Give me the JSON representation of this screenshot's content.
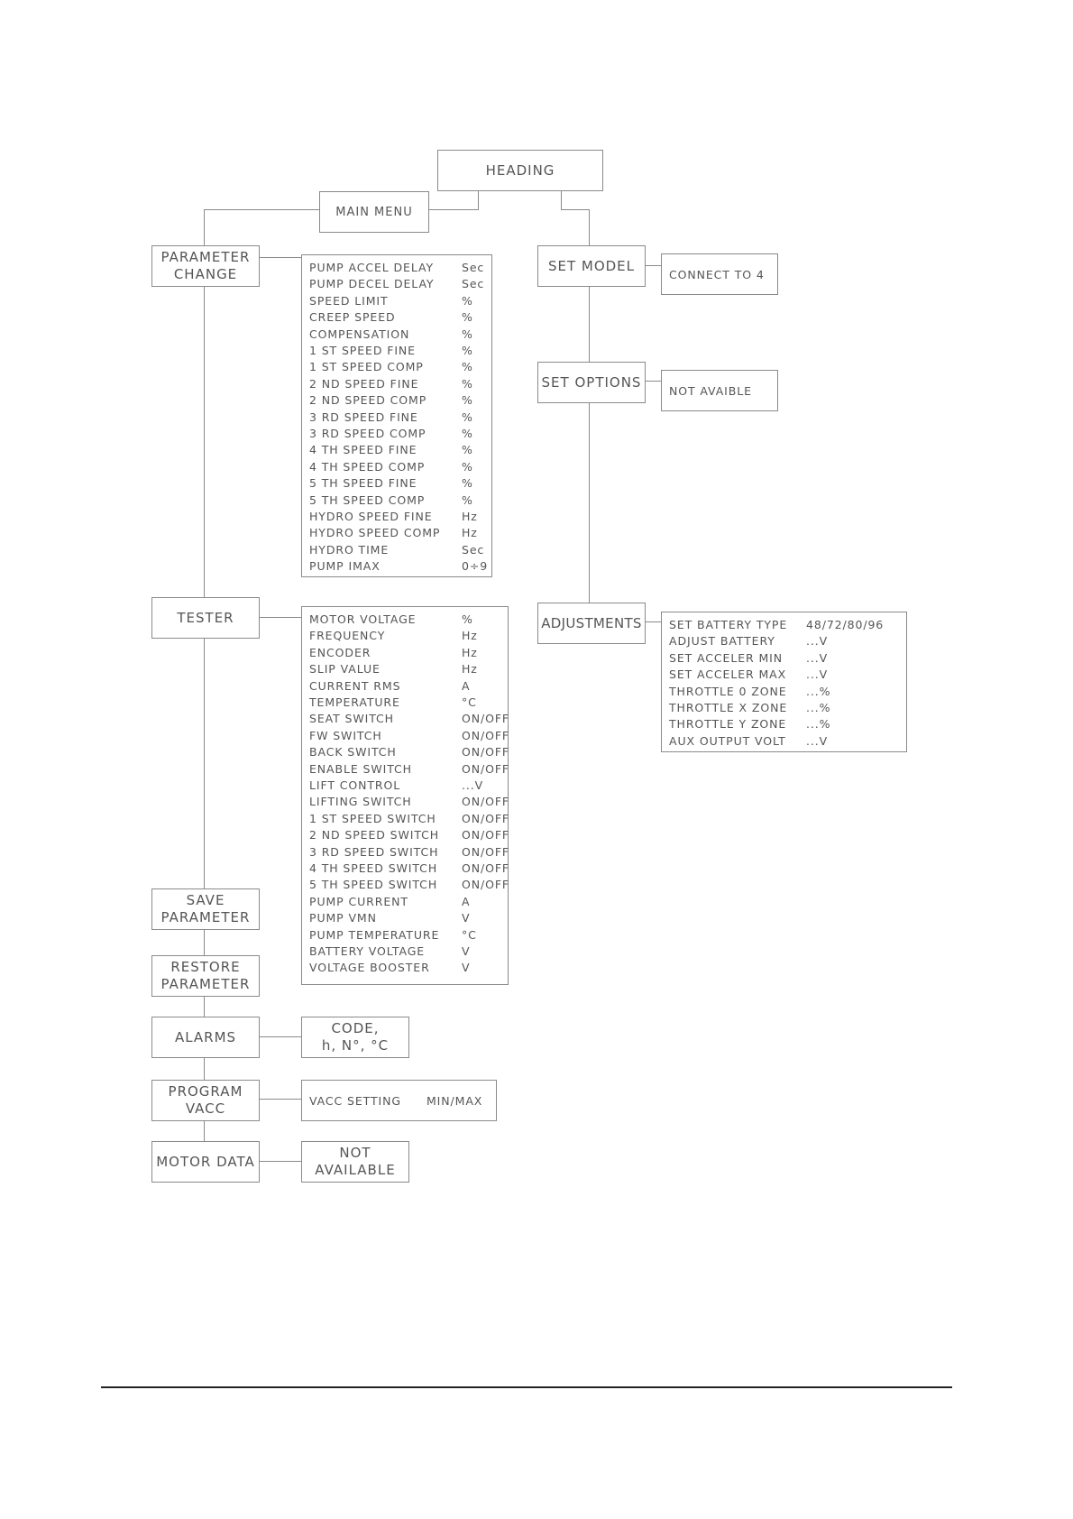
{
  "heading": "HEADING",
  "main_menu": "MAIN MENU",
  "left_menu": [
    {
      "id": "parameter-change",
      "lines": [
        "PARAMETER",
        "CHANGE"
      ]
    },
    {
      "id": "tester",
      "lines": [
        "TESTER"
      ]
    },
    {
      "id": "save-parameter",
      "lines": [
        "SAVE",
        "PARAMETER"
      ]
    },
    {
      "id": "restore-parameter",
      "lines": [
        "RESTORE",
        "PARAMETER"
      ]
    },
    {
      "id": "alarms",
      "lines": [
        "ALARMS"
      ]
    },
    {
      "id": "program-vacc",
      "lines": [
        "PROGRAM",
        "VACC"
      ]
    },
    {
      "id": "motor-data",
      "lines": [
        "MOTOR DATA"
      ]
    }
  ],
  "right_menu": [
    {
      "id": "set-model",
      "lines": [
        "SET MODEL"
      ]
    },
    {
      "id": "set-options",
      "lines": [
        "SET OPTIONS"
      ]
    },
    {
      "id": "adjustments",
      "lines": [
        "ADJUSTMENTS"
      ]
    }
  ],
  "parameter_change_list": [
    {
      "label": "PUMP ACCEL DELAY",
      "unit": "Sec"
    },
    {
      "label": "PUMP DECEL DELAY",
      "unit": "Sec"
    },
    {
      "label": "SPEED LIMIT",
      "unit": "%"
    },
    {
      "label": "CREEP SPEED",
      "unit": "%"
    },
    {
      "label": "COMPENSATION",
      "unit": "%"
    },
    {
      "label": "1 ST SPEED FINE",
      "unit": "%"
    },
    {
      "label": "1 ST SPEED COMP",
      "unit": "%"
    },
    {
      "label": "2 ND SPEED FINE",
      "unit": "%"
    },
    {
      "label": "2 ND SPEED COMP",
      "unit": "%"
    },
    {
      "label": "3 RD SPEED FINE",
      "unit": "%"
    },
    {
      "label": "3 RD SPEED COMP",
      "unit": "%"
    },
    {
      "label": "4 TH SPEED FINE",
      "unit": "%"
    },
    {
      "label": "4 TH SPEED COMP",
      "unit": "%"
    },
    {
      "label": "5 TH SPEED FINE",
      "unit": "%"
    },
    {
      "label": "5 TH SPEED COMP",
      "unit": "%"
    },
    {
      "label": "HYDRO SPEED FINE",
      "unit": "Hz"
    },
    {
      "label": "HYDRO SPEED COMP",
      "unit": "Hz"
    },
    {
      "label": "HYDRO TIME",
      "unit": "Sec"
    },
    {
      "label": "PUMP IMAX",
      "unit": "0÷9"
    }
  ],
  "tester_list": [
    {
      "label": "MOTOR VOLTAGE",
      "unit": "%"
    },
    {
      "label": "FREQUENCY",
      "unit": "Hz"
    },
    {
      "label": "ENCODER",
      "unit": "Hz"
    },
    {
      "label": "SLIP VALUE",
      "unit": "Hz"
    },
    {
      "label": "CURRENT RMS",
      "unit": "A"
    },
    {
      "label": "TEMPERATURE",
      "unit": "°C"
    },
    {
      "label": "SEAT SWITCH",
      "unit": "ON/OFF"
    },
    {
      "label": "FW SWITCH",
      "unit": "ON/OFF"
    },
    {
      "label": "BACK SWITCH",
      "unit": "ON/OFF"
    },
    {
      "label": "ENABLE SWITCH",
      "unit": "ON/OFF"
    },
    {
      "label": "LIFT CONTROL",
      "unit": "...V"
    },
    {
      "label": "LIFTING SWITCH",
      "unit": "ON/OFF"
    },
    {
      "label": "1 ST SPEED SWITCH",
      "unit": "ON/OFF"
    },
    {
      "label": "2 ND SPEED SWITCH",
      "unit": "ON/OFF"
    },
    {
      "label": "3 RD SPEED SWITCH",
      "unit": "ON/OFF"
    },
    {
      "label": "4 TH SPEED SWITCH",
      "unit": "ON/OFF"
    },
    {
      "label": "5 TH SPEED SWITCH",
      "unit": "ON/OFF"
    },
    {
      "label": "PUMP CURRENT",
      "unit": "A"
    },
    {
      "label": "PUMP VMN",
      "unit": "V"
    },
    {
      "label": "PUMP TEMPERATURE",
      "unit": "°C"
    },
    {
      "label": "BATTERY VOLTAGE",
      "unit": "V"
    },
    {
      "label": "VOLTAGE BOOSTER",
      "unit": "V"
    }
  ],
  "adjustments_list": [
    {
      "label": "SET BATTERY TYPE",
      "unit": "48/72/80/96"
    },
    {
      "label": "ADJUST BATTERY",
      "unit": "...V"
    },
    {
      "label": "SET ACCELER MIN",
      "unit": "...V"
    },
    {
      "label": "SET ACCELER MAX",
      "unit": "...V"
    },
    {
      "label": "THROTTLE 0 ZONE",
      "unit": "...%"
    },
    {
      "label": "THROTTLE X ZONE",
      "unit": "...%"
    },
    {
      "label": "THROTTLE Y ZONE",
      "unit": "...%"
    },
    {
      "label": "AUX OUTPUT VOLT",
      "unit": "...V"
    }
  ],
  "alarms_detail": [
    "CODE,",
    "h, N°, °C"
  ],
  "vacc_setting": {
    "label": "VACC SETTING",
    "unit": "MIN/MAX"
  },
  "motor_data_detail": [
    "NOT",
    "AVAILABLE"
  ],
  "set_model_detail": "CONNECT TO 4",
  "set_options_detail": "NOT AVAIBLE"
}
